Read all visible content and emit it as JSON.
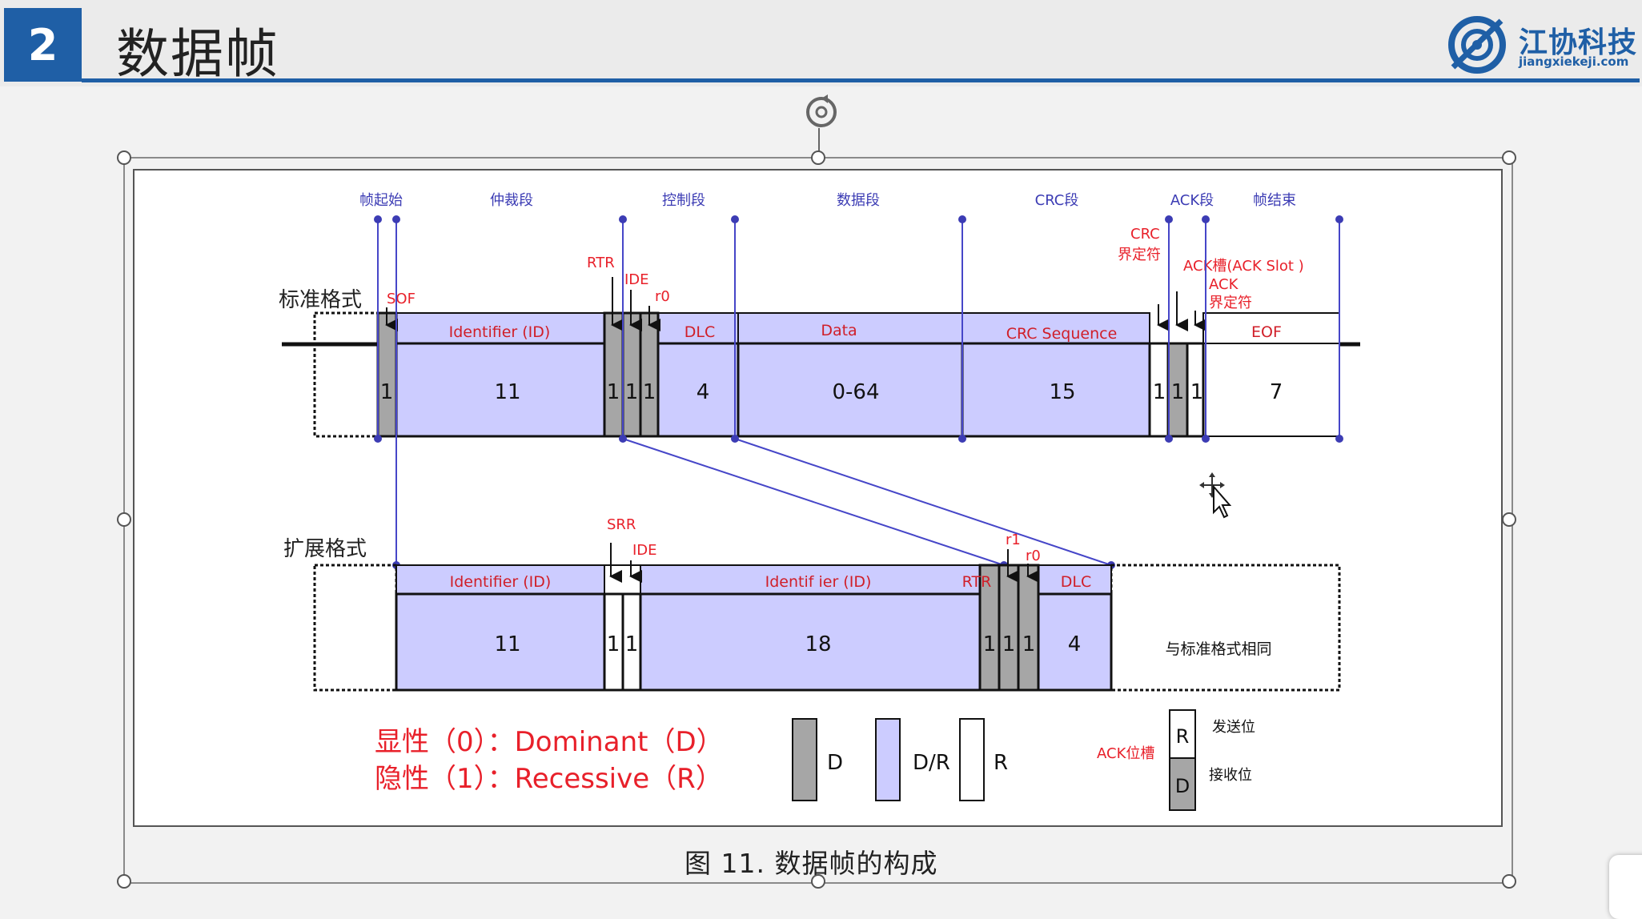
{
  "slide": {
    "number": "2",
    "title": "数据帧"
  },
  "logo": {
    "name": "江协科技",
    "url": "jiangxiekeji.com"
  },
  "figure": {
    "caption": "图 11.  数据帧的构成",
    "segments": {
      "sof_start": "帧起始",
      "arbitration": "仲裁段",
      "control": "控制段",
      "data": "数据段",
      "crc": "CRC段",
      "ack": "ACK段",
      "eof": "帧结束"
    },
    "standard": {
      "row_label": "标准格式",
      "marks": {
        "sof": "SOF",
        "rtr": "RTR",
        "ide": "IDE",
        "r0": "r0",
        "crc_delim": [
          "CRC",
          "界定符"
        ],
        "ack_slot": "ACK槽(ACK Slot )",
        "ack_delim": [
          "ACK",
          "界定符"
        ]
      },
      "fields": {
        "id": "Identifier (ID)",
        "dlc": "DLC",
        "data": "Data",
        "crc_seq": "CRC Sequence",
        "eof": "EOF"
      },
      "bits": {
        "sof": "1",
        "id": "11",
        "rtr": "1",
        "ide": "1",
        "r0": "1",
        "dlc": "4",
        "data": "0-64",
        "crc": "15",
        "crc_delim": "1",
        "ack_slot": "1",
        "ack_delim": "1",
        "eof": "7"
      }
    },
    "extended": {
      "row_label": "扩展格式",
      "marks": {
        "srr": "SRR",
        "ide": "IDE",
        "r1": "r1",
        "r0": "r0"
      },
      "fields": {
        "id_a": "Identifier (ID)",
        "id_b": "Identif ier (ID)",
        "rtr": "RTR",
        "dlc": "DLC"
      },
      "bits": {
        "id_a": "11",
        "srr": "1",
        "ide": "1",
        "id_b": "18",
        "rtr": "1",
        "r1": "1",
        "r0": "1",
        "dlc": "4"
      },
      "rest": "与标准格式相同"
    },
    "legend": {
      "dominant": "显性（0）：Dominant（D）",
      "recessive": "隐性（1）：Recessive（R）",
      "d": "D",
      "dr": "D/R",
      "r": "R",
      "ack_slot": "ACK位槽",
      "send_bit": "发送位",
      "recv_bit": "接收位",
      "box_r": "R",
      "box_d": "D"
    }
  },
  "colors": {
    "blue": "#1f5fa6",
    "red": "#e8202a",
    "purple_fill": "#ccccff",
    "gray_fill": "#a6a6a6",
    "line": "#4646c8"
  }
}
